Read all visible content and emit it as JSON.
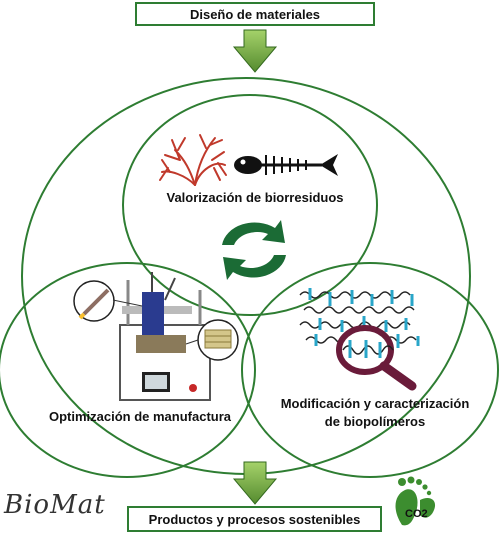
{
  "top_box": {
    "label": "Diseño de materiales"
  },
  "bottom_box": {
    "label": "Productos y procesos sostenibles"
  },
  "circles": {
    "valorization": {
      "label": "Valorización de biorresiduos"
    },
    "manufacturing": {
      "label": "Optimización de manufactura"
    },
    "modification": {
      "label_line1": "Modificación y caracterización",
      "label_line2": "de biopolímeros"
    }
  },
  "logo": {
    "text": "BioMat"
  },
  "co2_badge": {
    "text": "CO2"
  },
  "colors": {
    "circle_stroke": "#2e7d32",
    "arrow_fill": "#7cb342",
    "cycle_arrows": "#1b6b35",
    "seaweed": "#c0392b",
    "lens": "#6a1b3a"
  },
  "icons": [
    "seaweed-icon",
    "fish-skeleton-icon",
    "cycle-arrows-icon",
    "3d-printer-icon",
    "polymer-chains-icon",
    "magnifier-icon",
    "footprint-icon"
  ]
}
